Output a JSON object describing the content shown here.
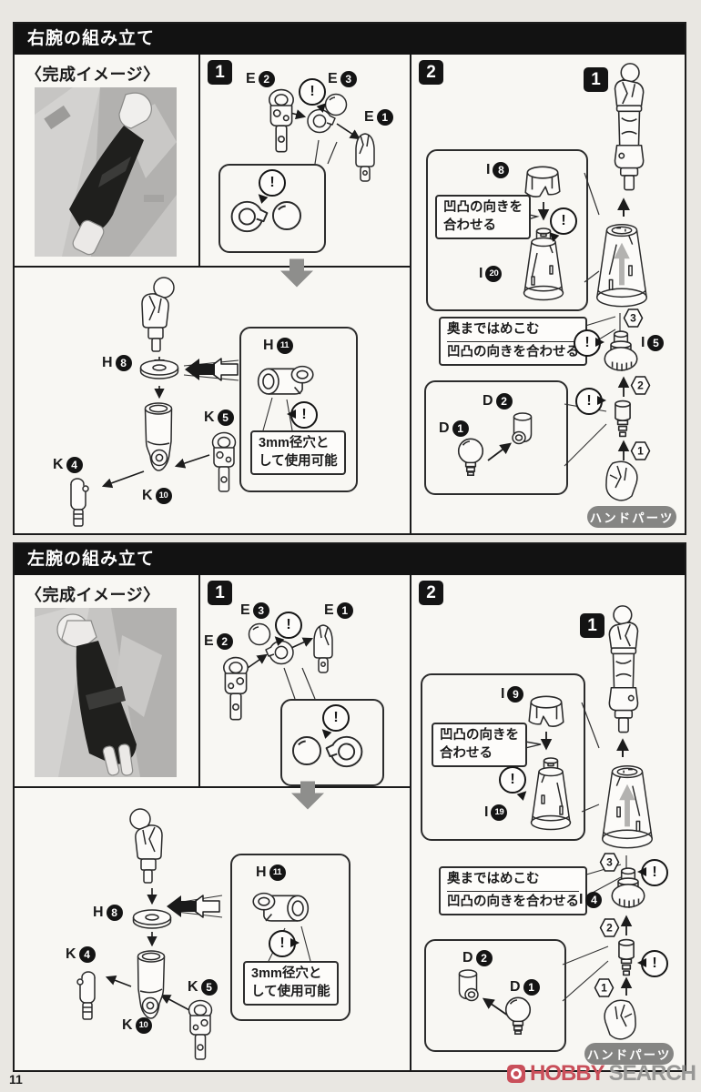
{
  "page": {
    "number": "11",
    "watermark_hobby": "HOBBY",
    "watermark_search": "SEARCH"
  },
  "common": {
    "completed_label": "〈完成イメージ〉",
    "align_l1": "凹凸の向きを",
    "align_l2": "合わせる",
    "insert_l1": "奥まではめこむ",
    "insert_l2": "凹凸の向きを合わせる",
    "mm3_l1": "3mm径穴と",
    "mm3_l2": "して使用可能",
    "hand_parts": "ハンドパーツ",
    "warn": "!"
  },
  "sections": [
    {
      "title": "右腕の組み立て",
      "step1_badge": "1",
      "step2_badge": "2",
      "result_badge": "1",
      "hex1": "1",
      "hex2": "2",
      "hex3": "3",
      "parts": {
        "e1_l": "E",
        "e1_n": "1",
        "e2_l": "E",
        "e2_n": "2",
        "e3_l": "E",
        "e3_n": "3",
        "h8_l": "H",
        "h8_n": "8",
        "h11_l": "H",
        "h11_n": "11",
        "k4_l": "K",
        "k4_n": "4",
        "k5_l": "K",
        "k5_n": "5",
        "k10_l": "K",
        "k10_n": "10",
        "itop_l": "I",
        "itop_n": "8",
        "ibody_l": "I",
        "ibody_n": "20",
        "ielbow_l": "I",
        "ielbow_n": "5",
        "d1_l": "D",
        "d1_n": "1",
        "d2_l": "D",
        "d2_n": "2"
      }
    },
    {
      "title": "左腕の組み立て",
      "step1_badge": "1",
      "step2_badge": "2",
      "result_badge": "1",
      "hex1": "1",
      "hex2": "2",
      "hex3": "3",
      "parts": {
        "e1_l": "E",
        "e1_n": "1",
        "e2_l": "E",
        "e2_n": "2",
        "e3_l": "E",
        "e3_n": "3",
        "h8_l": "H",
        "h8_n": "8",
        "h11_l": "H",
        "h11_n": "11",
        "k4_l": "K",
        "k4_n": "4",
        "k5_l": "K",
        "k5_n": "5",
        "k10_l": "K",
        "k10_n": "10",
        "itop_l": "I",
        "itop_n": "9",
        "ibody_l": "I",
        "ibody_n": "19",
        "ielbow_l": "I",
        "ielbow_n": "4",
        "d1_l": "D",
        "d1_n": "1",
        "d2_l": "D",
        "d2_n": "2"
      }
    }
  ]
}
